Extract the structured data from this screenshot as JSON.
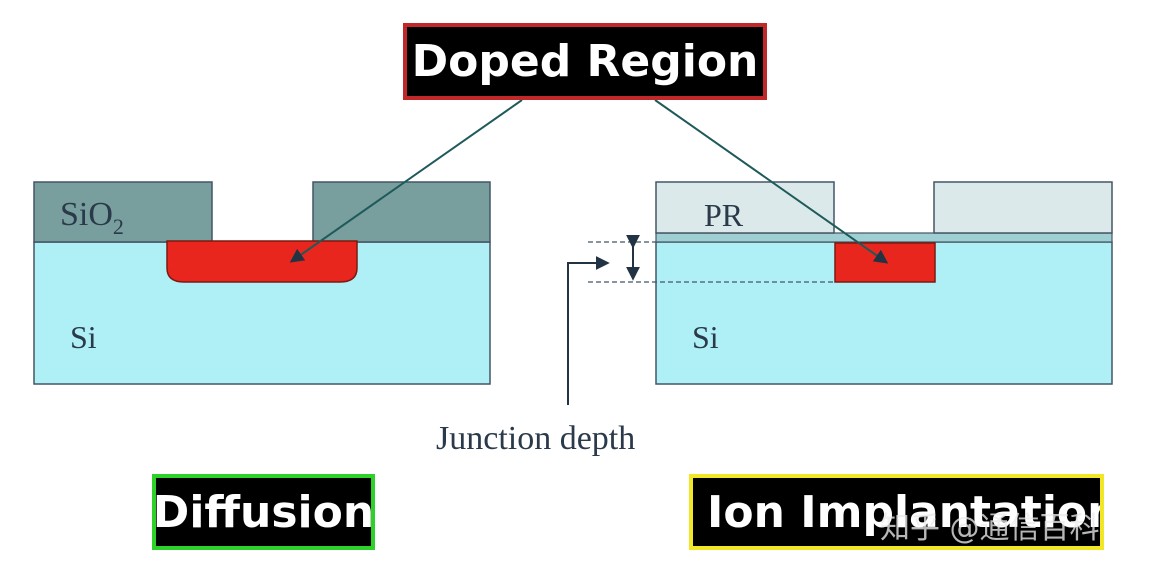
{
  "labels": {
    "doped_region": "Doped Region",
    "sio2_base": "SiO",
    "sio2_sub": "2",
    "si_left": "Si",
    "pr": "PR",
    "si_right": "Si",
    "junction_depth": "Junction depth",
    "diffusion": "Diffusion",
    "ion_implantation": "Ion Implantation"
  },
  "watermark": "知乎 @通信百科",
  "colors": {
    "silicon": "#aef0f5",
    "oxide": "#789e9e",
    "photoresist": "#dbe9ea",
    "doped": "#e8261d",
    "outline": "#445566",
    "doped_tag_border": "#c0282a",
    "diffusion_tag_border": "#2ed12a",
    "implant_tag_border": "#f2e726"
  }
}
